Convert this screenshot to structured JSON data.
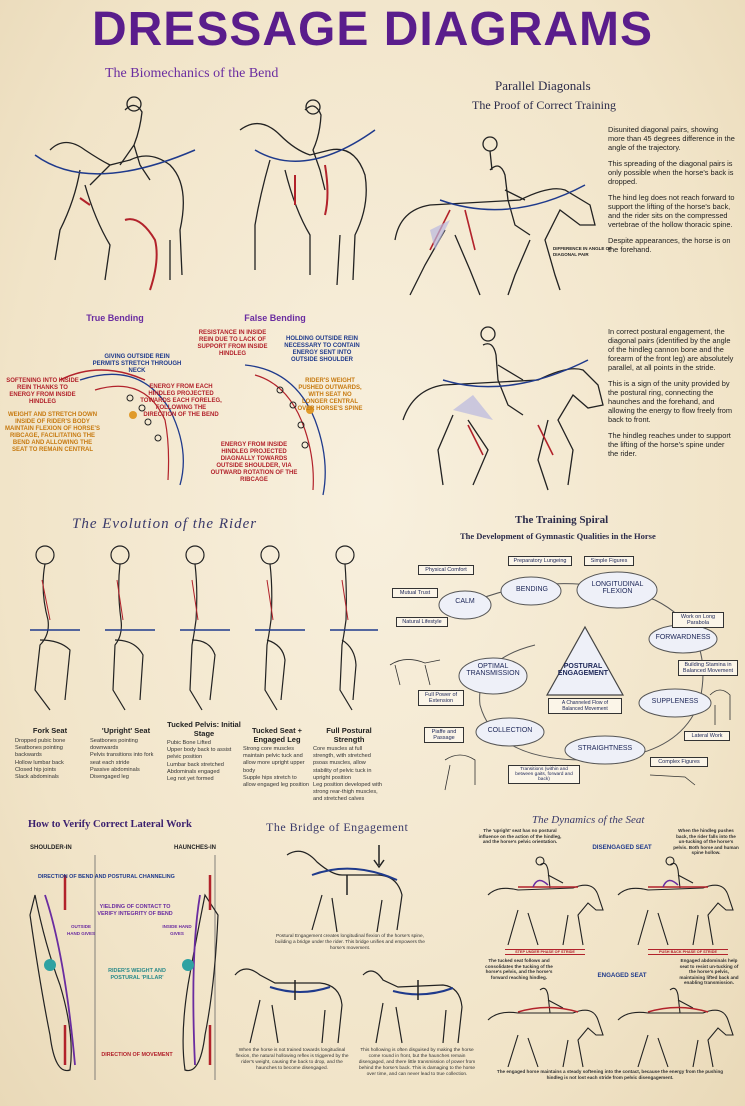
{
  "title": "DRESSAGE DIAGRAMS",
  "biomechanics": {
    "title": "The Biomechanics of the Bend",
    "true_bending": "True Bending",
    "false_bending": "False Bending",
    "labels": {
      "outside_rein": "GIVING OUTSIDE REIN PERMITS STRETCH THROUGH NECK",
      "softening": "SOFTENING INTO INSIDE REIN THANKS TO ENERGY FROM INSIDE HINDLEG",
      "weight_stretch": "WEIGHT AND STRETCH DOWN INSIDE OF RIDER'S BODY MAINTAIN FLEXION OF HORSE'S RIBCAGE, FACILITATING THE BEND AND ALLOWING THE SEAT TO REMAIN CENTRAL",
      "energy_each": "ENERGY FROM EACH HINDLEG PROJECTED TOWARDS EACH FORELEG, FOLLOWING THE DIRECTION OF THE BEND",
      "resistance": "RESISTANCE IN INSIDE REIN DUE TO LACK OF SUPPORT FROM INSIDE HINDLEG",
      "holding": "HOLDING OUTSIDE REIN NECESSARY TO CONTAIN ENERGY SENT INTO OUTSIDE SHOULDER",
      "riders_weight": "RIDER'S WEIGHT PUSHED OUTWARDS, WITH SEAT NO LONGER CENTRAL OVER HORSE'S SPINE",
      "energy_inside": "ENERGY FROM INSIDE HINDLEG PROJECTED DIAGNALLY TOWARDS OUTSIDE SHOULDER, VIA OUTWARD ROTATION OF THE RIBCAGE"
    }
  },
  "parallel": {
    "title": "Parallel Diagonals",
    "subtitle": "The Proof of Correct Training",
    "difference_label": "DIFFERENCE IN ANGLE OF DIAGONAL PAIR",
    "paras_top": [
      "Disunited diagonal pairs, showing more than 45 degrees difference in the angle of the trajectory.",
      "This spreading of the diagonal pairs is only possible when the horse's back is dropped.",
      "The hind leg does not reach forward to support the lifting of the horse's back, and the rider sits on the compressed vertebrae of the hollow thoracic spine.",
      "Despite appearances, the horse is on the forehand."
    ],
    "paras_bottom": [
      "In correct postural engagement, the diagonal pairs (identified by the angle of the hindleg cannon bone and the forearm of the front leg) are absolutely parallel, at all points in the stride.",
      "This is a sign of the unity provided by the postural ring, connecting the haunches and the forehand, and allowing the energy to flow freely from back to front.",
      "The hindleg reaches under to support the lifting of the horse's spine under the rider."
    ]
  },
  "evolution": {
    "title": "The Evolution of the Rider",
    "stages": [
      {
        "name": "Fork Seat",
        "bullets": [
          "Dropped pubic bone",
          "Seatbones pointing backwards",
          "Hollow lumbar back",
          "Closed hip joints",
          "Slack abdominals"
        ]
      },
      {
        "name": "'Upright' Seat",
        "bullets": [
          "Seatbones pointing downwards",
          "Pelvis transitions into fork seat each stride",
          "Passive abdominals",
          "Disengaged leg"
        ]
      },
      {
        "name": "Tucked Pelvis: Initial Stage",
        "bullets": [
          "Pubic Bone Lifted",
          "Upper body back to assist pelvic position",
          "Lumbar back stretched",
          "Abdominals engaged",
          "Leg not yet formed"
        ]
      },
      {
        "name": "Tucked Seat + Engaged Leg",
        "bullets": [
          "Strong core muscles maintain pelvic tuck and allow more upright upper body",
          "Supple hips stretch to allow engaged leg position"
        ]
      },
      {
        "name": "Full Postural Strength",
        "bullets": [
          "Core muscles at full strength, with stretched psoas muscles, allow stability of pelvic tuck in upright position",
          "Leg position developed with strong rear-thigh muscles, and stretched calves"
        ]
      }
    ]
  },
  "spiral": {
    "title": "The Training Spiral",
    "subtitle": "The Development of Gymnastic Qualities in the Horse",
    "nodes": [
      "CALM",
      "BENDING",
      "LONGITUDINAL FLEXION",
      "FORWARDNESS",
      "SUPPLENESS",
      "STRAIGHTNESS",
      "COLLECTION",
      "OPTIMAL TRANSMISSION",
      "POSTURAL ENGAGEMENT"
    ],
    "center_box": "A Channeled Flow of Balanced Movement",
    "boxes": [
      "Physical Comfort",
      "Preparatory Lungeing",
      "Simple Figures",
      "Mutual Trust",
      "Natural Lifestyle",
      "Work on Long Parabola",
      "Building Stamina in Balanced Movement",
      "Full Power of Extension",
      "Piaffe and Passage",
      "Lateral Work",
      "Complex Figures",
      "Transitions (within and between gaits, forward and back)"
    ]
  },
  "lateral": {
    "title": "How to Verify Correct Lateral Work",
    "shoulder_in": "SHOULDER-IN",
    "haunches_in": "HAUNCHES-IN",
    "direction_bend": "DIRECTION OF BEND AND POSTURAL CHANNELING",
    "yielding": "YIELDING OF CONTACT TO VERIFY INTEGRITY OF BEND",
    "outside_hand": "OUTSIDE HAND GIVES",
    "inside_hand": "INSIDE HAND GIVES",
    "riders_weight": "RIDER'S WEIGHT AND POSTURAL 'PILLAR'",
    "direction_movement": "DIRECTION OF MOVEMENT"
  },
  "bridge": {
    "title": "The Bridge of Engagement",
    "text_top": "Postural Engagement creates longitudinal flexion of the horse's spine, building a bridge under the rider. This bridge unifies and empowers the horse's movement.",
    "text_left": "When the horse is not trained towards longitudinal flexion, the natural hollowing reflex is triggered by the rider's weight, causing the back to drop, and the haunches to become disengaged.",
    "text_right": "This hollowing is often disguised by making the horse come round in front, but the haunches remain disengaged, and there little transmission of power from behind the horse's back. This is damaging to the horse over time, and can never lead to true collection."
  },
  "dynamics": {
    "title": "The Dynamics of the Seat",
    "disengaged": "DISENGAGED SEAT",
    "engaged": "ENGAGED SEAT",
    "step_under": "STEP UNDER PHASE OF STRIDE",
    "push_back": "PUSH BACK PHASE OF STRIDE",
    "note_upright": "The 'upright' seat has no postural influence on the action of the hindleg, and the horse's pelvic orientation.",
    "note_hindleg": "When the hindleg pushes back, the rider falls into the un-tucking of the horse's pelvis. Both horse and human spine hollow.",
    "note_tucked": "The tucked seat follows and consolidates the tucking of the horse's pelvis, and the horse's forward reaching hindleg.",
    "note_engaged": "Engaged abdominals help seat to resist un-tucking of the horse's pelvis, maintaining lifted back and enabling transmission.",
    "footer": "The engaged horse maintains a steady softening into the contact, because the energy from the pushing hindleg is not lost each stride from pelvic disengagement."
  },
  "colors": {
    "title": "#5a1d8c",
    "red": "#b2222b",
    "blue": "#1f3a8c",
    "orange": "#c77a10"
  }
}
